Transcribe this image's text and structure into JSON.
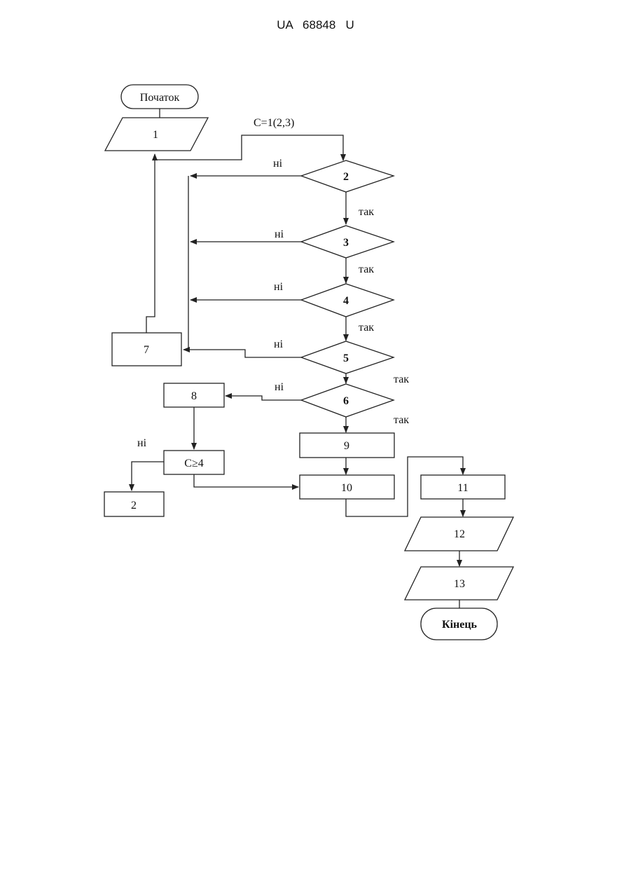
{
  "header": {
    "doc_number": "UA   68848   U"
  },
  "flowchart": {
    "start_label": "Початок",
    "end_label": "Кінець",
    "condition_label": "C=1(2,3)",
    "yes_label": "так",
    "no_label": "ні",
    "blocks": {
      "b1": "1",
      "b2": "2",
      "b3": "3",
      "b4": "4",
      "b5": "5",
      "b6": "6",
      "b7": "7",
      "b8": "8",
      "b9": "9",
      "b10": "10",
      "b11": "11",
      "b12": "12",
      "b13": "13",
      "bc": "C≥4",
      "b2b": "2"
    }
  }
}
